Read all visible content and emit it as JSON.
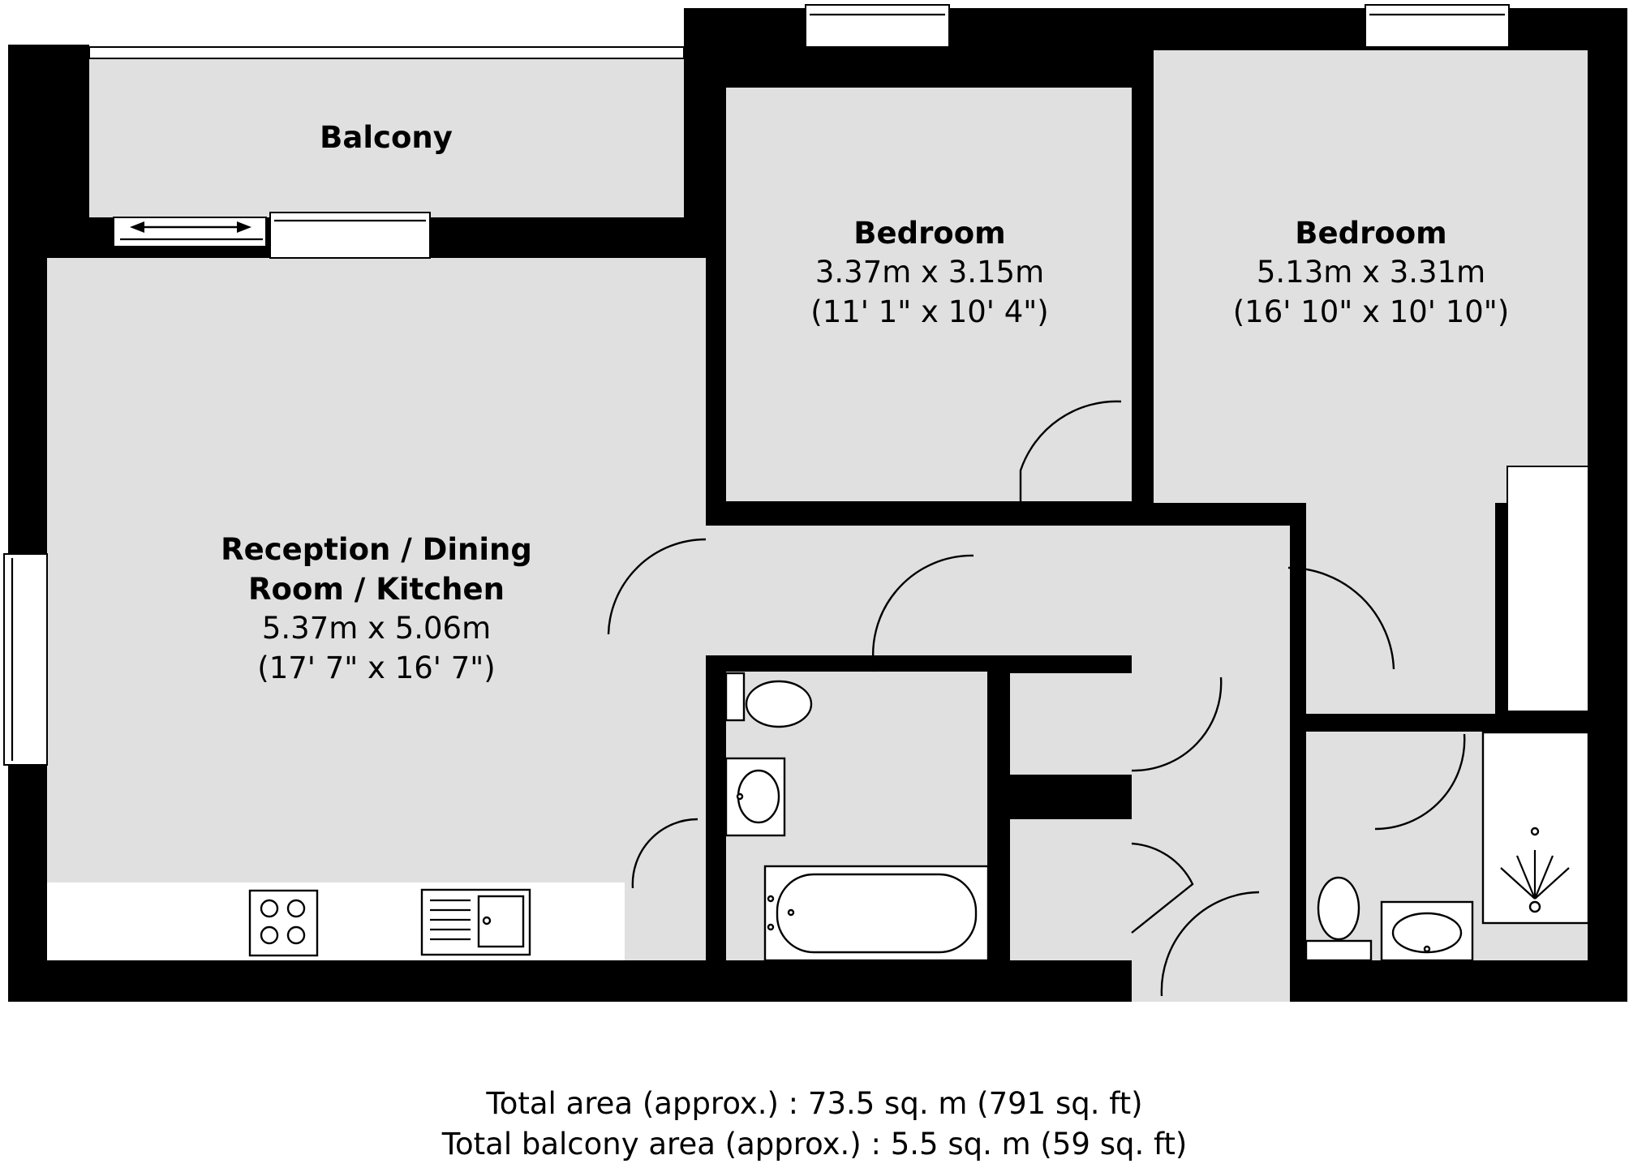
{
  "rooms": {
    "balcony": {
      "name": "Balcony"
    },
    "bedroom1": {
      "name": "Bedroom",
      "dims_metric": "3.37m x 3.15m",
      "dims_imperial": "(11' 1\" x 10' 4\")"
    },
    "bedroom2": {
      "name": "Bedroom",
      "dims_metric": "5.13m x 3.31m",
      "dims_imperial": "(16' 10\" x 10' 10\")"
    },
    "reception": {
      "name_line1": "Reception / Dining",
      "name_line2": "Room / Kitchen",
      "dims_metric": "5.37m x 5.06m",
      "dims_imperial": "(17' 7\" x 16' 7\")"
    }
  },
  "totals": {
    "total_area": "Total area (approx.) : 73.5 sq. m (791 sq. ft)",
    "balcony_area": "Total balcony area (approx.) : 5.5 sq. m (59 sq. ft)"
  },
  "colors": {
    "floor": "#e0e0e0",
    "wall": "#000000",
    "background": "#ffffff"
  }
}
